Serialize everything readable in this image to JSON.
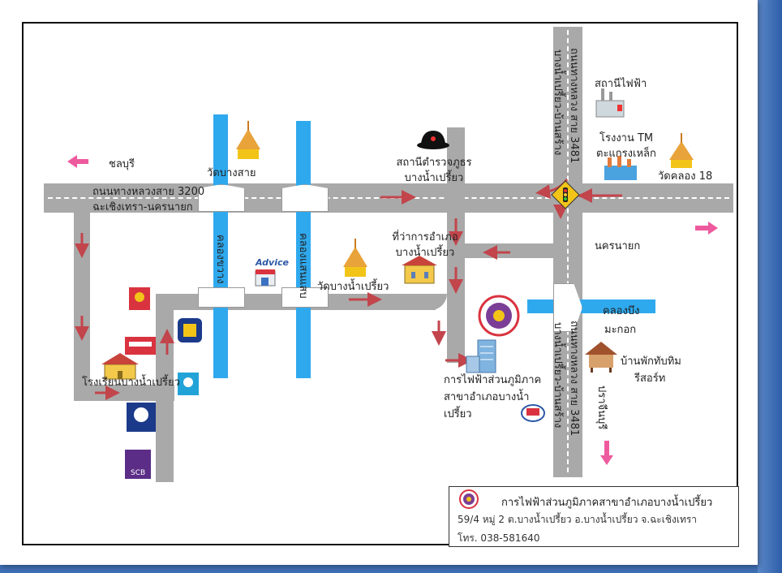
{
  "map": {
    "places": {
      "chonburi": "ชลบุรี",
      "highway3200_line1": "ถนนทางหลวงสาย 3200",
      "highway3200_line2": "ฉะเชิงเทรา-นครนายก",
      "wat_bang_sai": "วัดบางสาย",
      "police_line1": "สถานีตำรวจภูธร",
      "police_line2": "บางน้ำเปรี้ยว",
      "power_station": "สถานีไฟฟ้า",
      "factory_line1": "โรงงาน TM",
      "factory_line2": "ตะแกรงเหล็ก",
      "wat_khlong18": "วัดคลอง 18",
      "nakhon_nayok": "นครนายก",
      "district_office_line1": "ที่ว่าการอำเภอ",
      "district_office_line2": "บางน้ำเปรี้ยว",
      "wat_bang_nam_priao": "วัดบางน้ำเปรี้ยว",
      "khlong_bueng_line1": "คลองบึง",
      "khlong_bueng_line2": "มะกอก",
      "resort_line1": "บ้านพักทับทิม",
      "resort_line2": "รีสอร์ท",
      "pea_line1": "การไฟฟ้าส่วนภูมิภาค",
      "pea_line2": "สาขาอำเภอบางน้ำ",
      "pea_line3": "เปรี้ยว",
      "school": "โรงเรียนบางน้ำเปรี้ยว",
      "prachinburi": "ปราจีนบุรี",
      "khlong_khwang": "คลองขวาง",
      "khlong_saen_saep": "คลองแสนแสบ",
      "highway3481_top_line1": "ถนนทางหลวง สาย 3481",
      "highway3481_top_line2": "บางน้ำเปรี้ยว-บ้านสร้าง",
      "highway3481_bottom_line1": "ถนนทางหลวง สาย 3481",
      "highway3481_bottom_line2": "บางน้ำเปรี้ยว-บ้านสร้าง",
      "advice_logo": "Advice",
      "scb_logo": "SCB"
    },
    "icons": [
      "left-arrow-icon",
      "right-arrow-icon",
      "down-arrow-icon",
      "temple-icon",
      "police-icon",
      "power-station-icon",
      "factory-icon",
      "traffic-light-icon",
      "government-building-icon",
      "shop-icon",
      "house-icon",
      "office-building-icon",
      "gas-station-icon",
      "post-office-icon",
      "bank-icon"
    ],
    "colors": {
      "road": "#a9a9a9",
      "canal": "#2fa9ee",
      "route_arrow": "#c2454c",
      "direction_arrow": "#ee5a9e"
    }
  },
  "info": {
    "title": "การไฟฟ้าส่วนภูมิภาคสาขาอำเภอบางน้ำเปรี้ยว",
    "address": "59/4 หมู่ 2 ต.บางน้ำเปรี้ยว อ.บางน้ำเปรี้ยว จ.ฉะเชิงเทรา",
    "phone": "โทร. 038-581640"
  }
}
